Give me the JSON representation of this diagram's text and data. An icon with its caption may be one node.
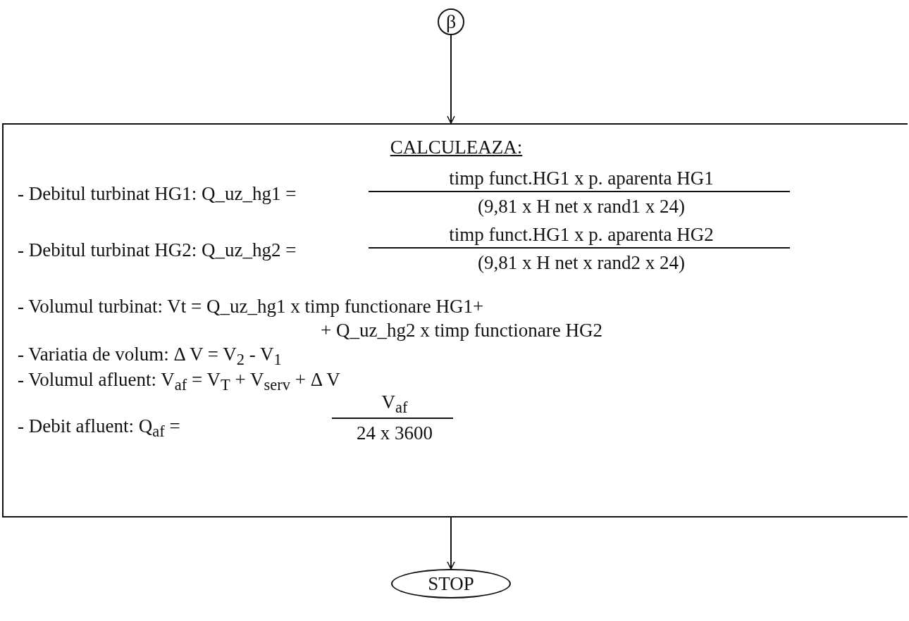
{
  "diagram": {
    "nodes": [
      {
        "text": [
          "β"
        ]
      },
      {
        "text": [
          "CALCULEAZA:",
          "- Debitul turbinat HG1: Q_uz_hg1 =",
          "timp funct.HG1 x p. aparenta HG1",
          "(9,81 x H net x rand1 x 24)",
          "- Debitul turbinat HG2: Q_uz_hg2 =",
          "timp funct.HG1 x p. aparenta HG2",
          "(9,81 x H net x rand2 x 24)",
          "- Volumul turbinat: Vt = Q_uz_hg1 x timp functionare HG1+",
          "+ Q_uz_hg2 x timp functionare HG2",
          "- Variatia de volum: Δ V = V$_{2}$ - V$_{1}$",
          "- Volumul afluent: V$_{af}$ = V$_{T}$ + V$_{serv}$ + Δ V",
          "- Debit afluent: Q$_{af}$ =",
          "V$_{af}$",
          "24 x 3600"
        ]
      },
      {
        "text": [
          "STOP"
        ]
      }
    ],
    "edges": [
      {
        "from": 0,
        "to": 1,
        "arrow": "to"
      },
      {
        "from": 1,
        "to": 2,
        "arrow": "to"
      }
    ]
  }
}
